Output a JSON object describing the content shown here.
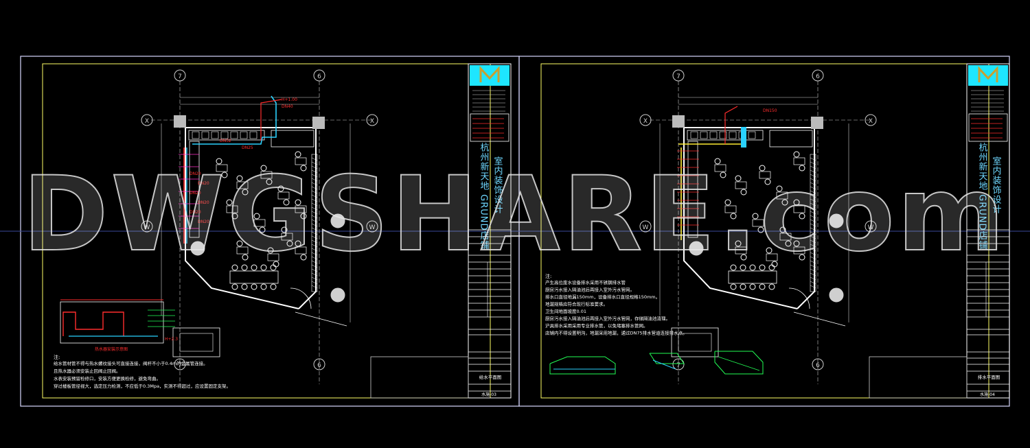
{
  "colors": {
    "background": "#000000",
    "sheet_frame": "#d8d8ff",
    "inner_frame": "#ffff66",
    "title_block": "#ffffff",
    "logo_cyan": "#1ee6ff",
    "logo_gold": "#c8a030",
    "wall": "#ffffff",
    "hot_pipe": "#ff2d2d",
    "cold_pipe": "#2ad2ff",
    "drain_pipe": "#ffee33",
    "green_detail": "#22ff55",
    "magenta": "#ff33cc",
    "axis": "#cfcfcf"
  },
  "watermark": "DWGSHARE.com",
  "sheets": [
    {
      "id": "left",
      "grid_labels": {
        "col_a": "7",
        "col_b": "6",
        "row_x": "X",
        "row_w": "W"
      },
      "pipe_labels": [
        "H+1.00",
        "DN40",
        "DN32",
        "DN25",
        "DN20",
        "DN20",
        "DN20",
        "DN20",
        "DN20",
        "DN20",
        "H+2.3"
      ],
      "title_block": {
        "project_line1": "杭州新天地 GRUND店铺",
        "project_line2": "室内装饰设计",
        "drawing_title": "给水平面图",
        "sheet_no": "水施-03"
      },
      "notes_heading": "注:",
      "notes": [
        "给水管材管不得与热水螺纹接头可直接连接，阀杆不小于0.4m的金属管连接。",
        "且热水器必须安装止回阀止回阀。",
        "水表安装预留检修口，安装方便更换检修，避免弯曲。",
        "穿过楼板管径视大，选定压力检测，不应低于0.3Mpa，实测不得超过，应设置固定支架。"
      ],
      "detail_label": "热水器安装示意图"
    },
    {
      "id": "right",
      "grid_labels": {
        "col_a": "7",
        "col_b": "6",
        "row_x": "X",
        "row_w": "W"
      },
      "pipe_labels": [
        "DN150"
      ],
      "title_block": {
        "project_line1": "杭州新天地 GRUND店铺",
        "project_line2": "室内装饰设计",
        "drawing_title": "排水平面图",
        "sheet_no": "水施-04"
      },
      "notes_heading": "注:",
      "notes": [
        "产生高位废水设备排水采用不锈钢排水管",
        "厨房污水接入隔油池后再接入室外污水管网。",
        "排水口直径地漏150mm，设备排水口直径规格150mm。",
        "地漏规格应符合现行标准要求。",
        "卫生间地面坡度0.01",
        "厨房污水接入隔油池后再接入室外污水管网，存储隔油池清理。",
        "沪具排水采用采用专业排水管，以免堵塞排水管网。",
        "店铺内不得设置明沟，地漏采用地漏，通过DN75排水管道连接排水点。"
      ]
    }
  ]
}
